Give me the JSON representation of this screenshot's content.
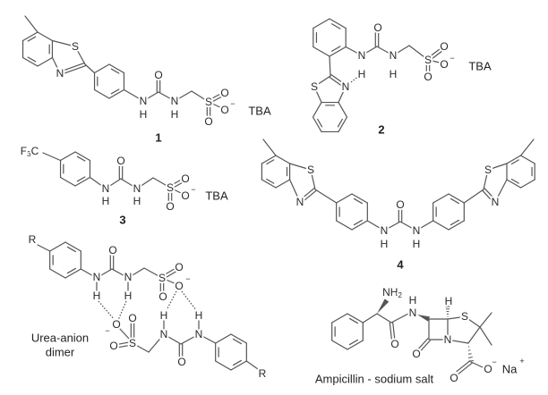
{
  "compound_1": {
    "number": "1",
    "counterion": "TBA",
    "atoms": [
      "S",
      "N",
      "N",
      "H",
      "O",
      "N",
      "H",
      "S",
      "O",
      "O",
      "O",
      "−"
    ]
  },
  "compound_2": {
    "number": "2",
    "counterion": "TBA",
    "atoms": [
      "N",
      "H",
      "O",
      "N",
      "H",
      "S",
      "O",
      "O",
      "O",
      "−",
      "S",
      "N"
    ]
  },
  "compound_3": {
    "number": "3",
    "counterion": "TBA",
    "substituent": {
      "f": "F",
      "sub": "3",
      "c": "C"
    },
    "atoms": [
      "N",
      "H",
      "O",
      "N",
      "H",
      "S",
      "O",
      "O",
      "O",
      "−"
    ]
  },
  "compound_4": {
    "number": "4",
    "atoms": [
      "S",
      "N",
      "N",
      "H",
      "O",
      "N",
      "H",
      "S",
      "N"
    ]
  },
  "dimer": {
    "label_line1": "Urea-anion",
    "label_line2": "dimer",
    "upper_atoms": [
      "R",
      "N",
      "H",
      "O",
      "N",
      "H",
      "S",
      "O",
      "O",
      "O",
      "−"
    ],
    "lower_atoms": [
      "O",
      "−",
      "S",
      "O",
      "O",
      "N",
      "H",
      "O",
      "N",
      "H",
      "R"
    ]
  },
  "ampicillin": {
    "label": "Ampicillin - sodium salt",
    "atoms": [
      "NH",
      "2",
      "N",
      "H",
      "O",
      "H",
      "S",
      "N",
      "O",
      "O",
      "O",
      "−",
      "Na",
      "+"
    ]
  },
  "colors": {
    "bond": "#555555",
    "text": "#2a2a2a"
  }
}
